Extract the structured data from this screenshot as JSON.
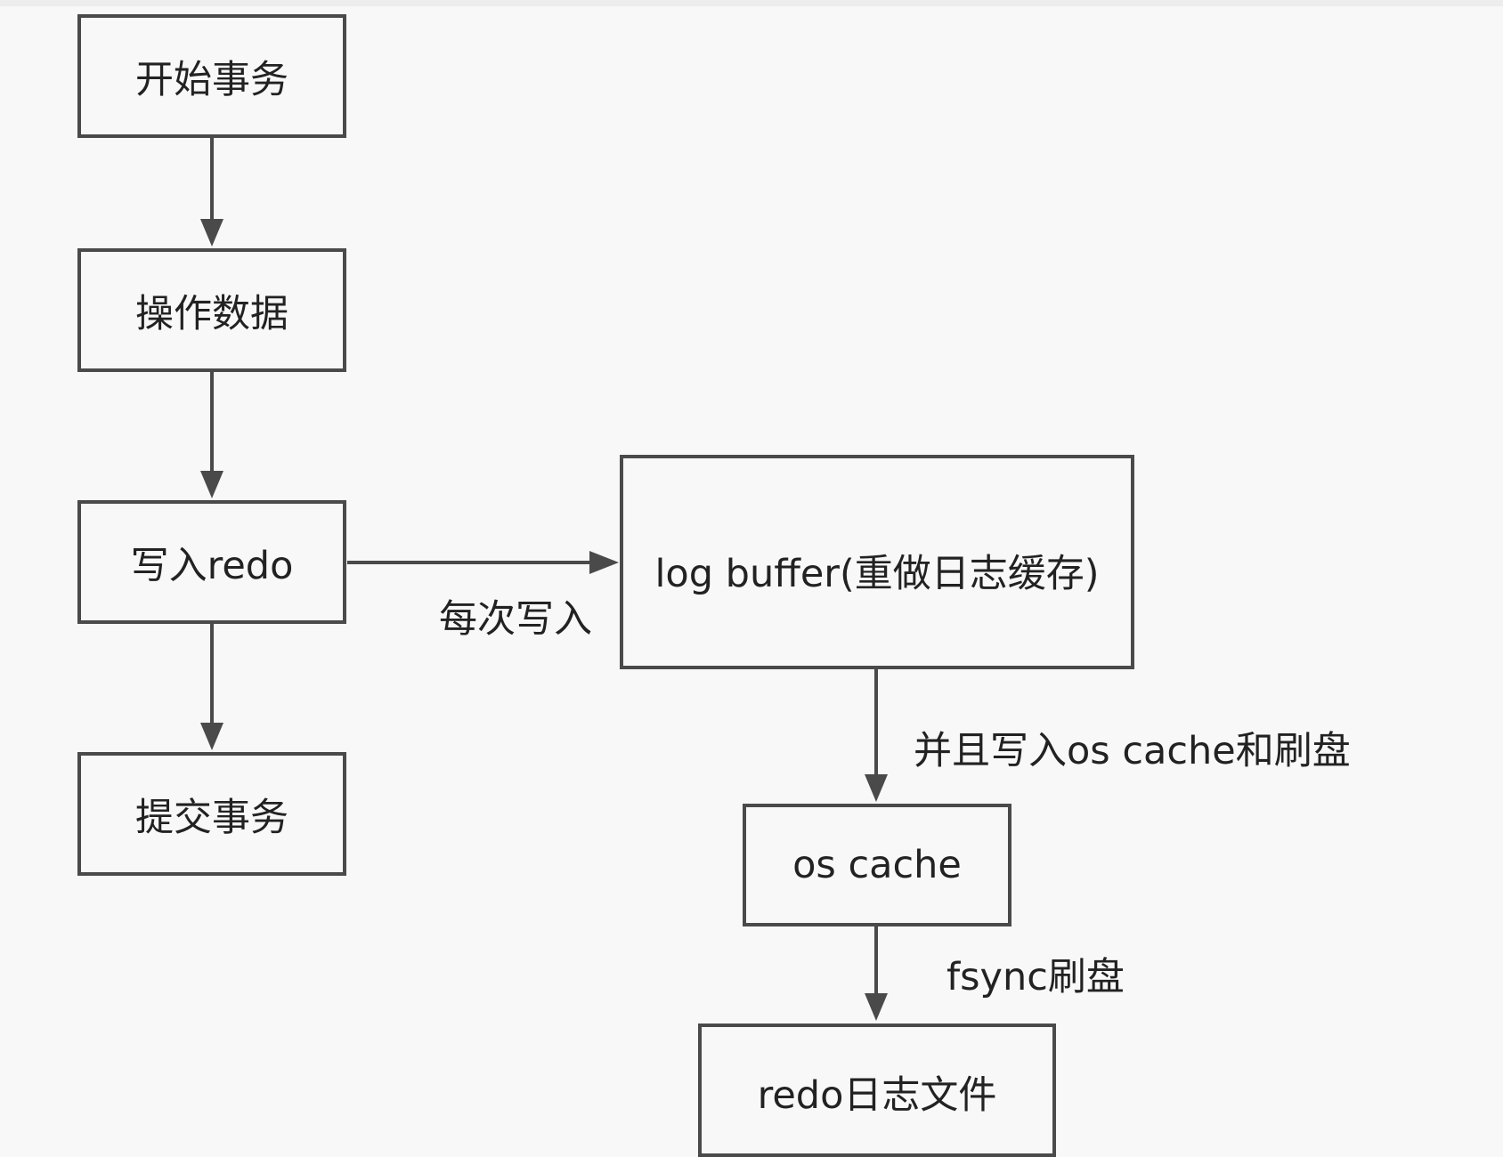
{
  "colors": {
    "stroke": "#4a4a4a",
    "text": "#222222",
    "background": "#f8f8f8"
  },
  "nodes": {
    "start_transaction": "开始事务",
    "operate_data": "操作数据",
    "write_redo": "写入redo",
    "commit_transaction": "提交事务",
    "log_buffer": "log buffer(重做日志缓存)",
    "os_cache": "os cache",
    "redo_log_file": "redo日志文件"
  },
  "edge_labels": {
    "each_write": "每次写入",
    "write_os_cache_and_flush": "并且写入os cache和刷盘",
    "fsync_flush": "fsync刷盘"
  }
}
